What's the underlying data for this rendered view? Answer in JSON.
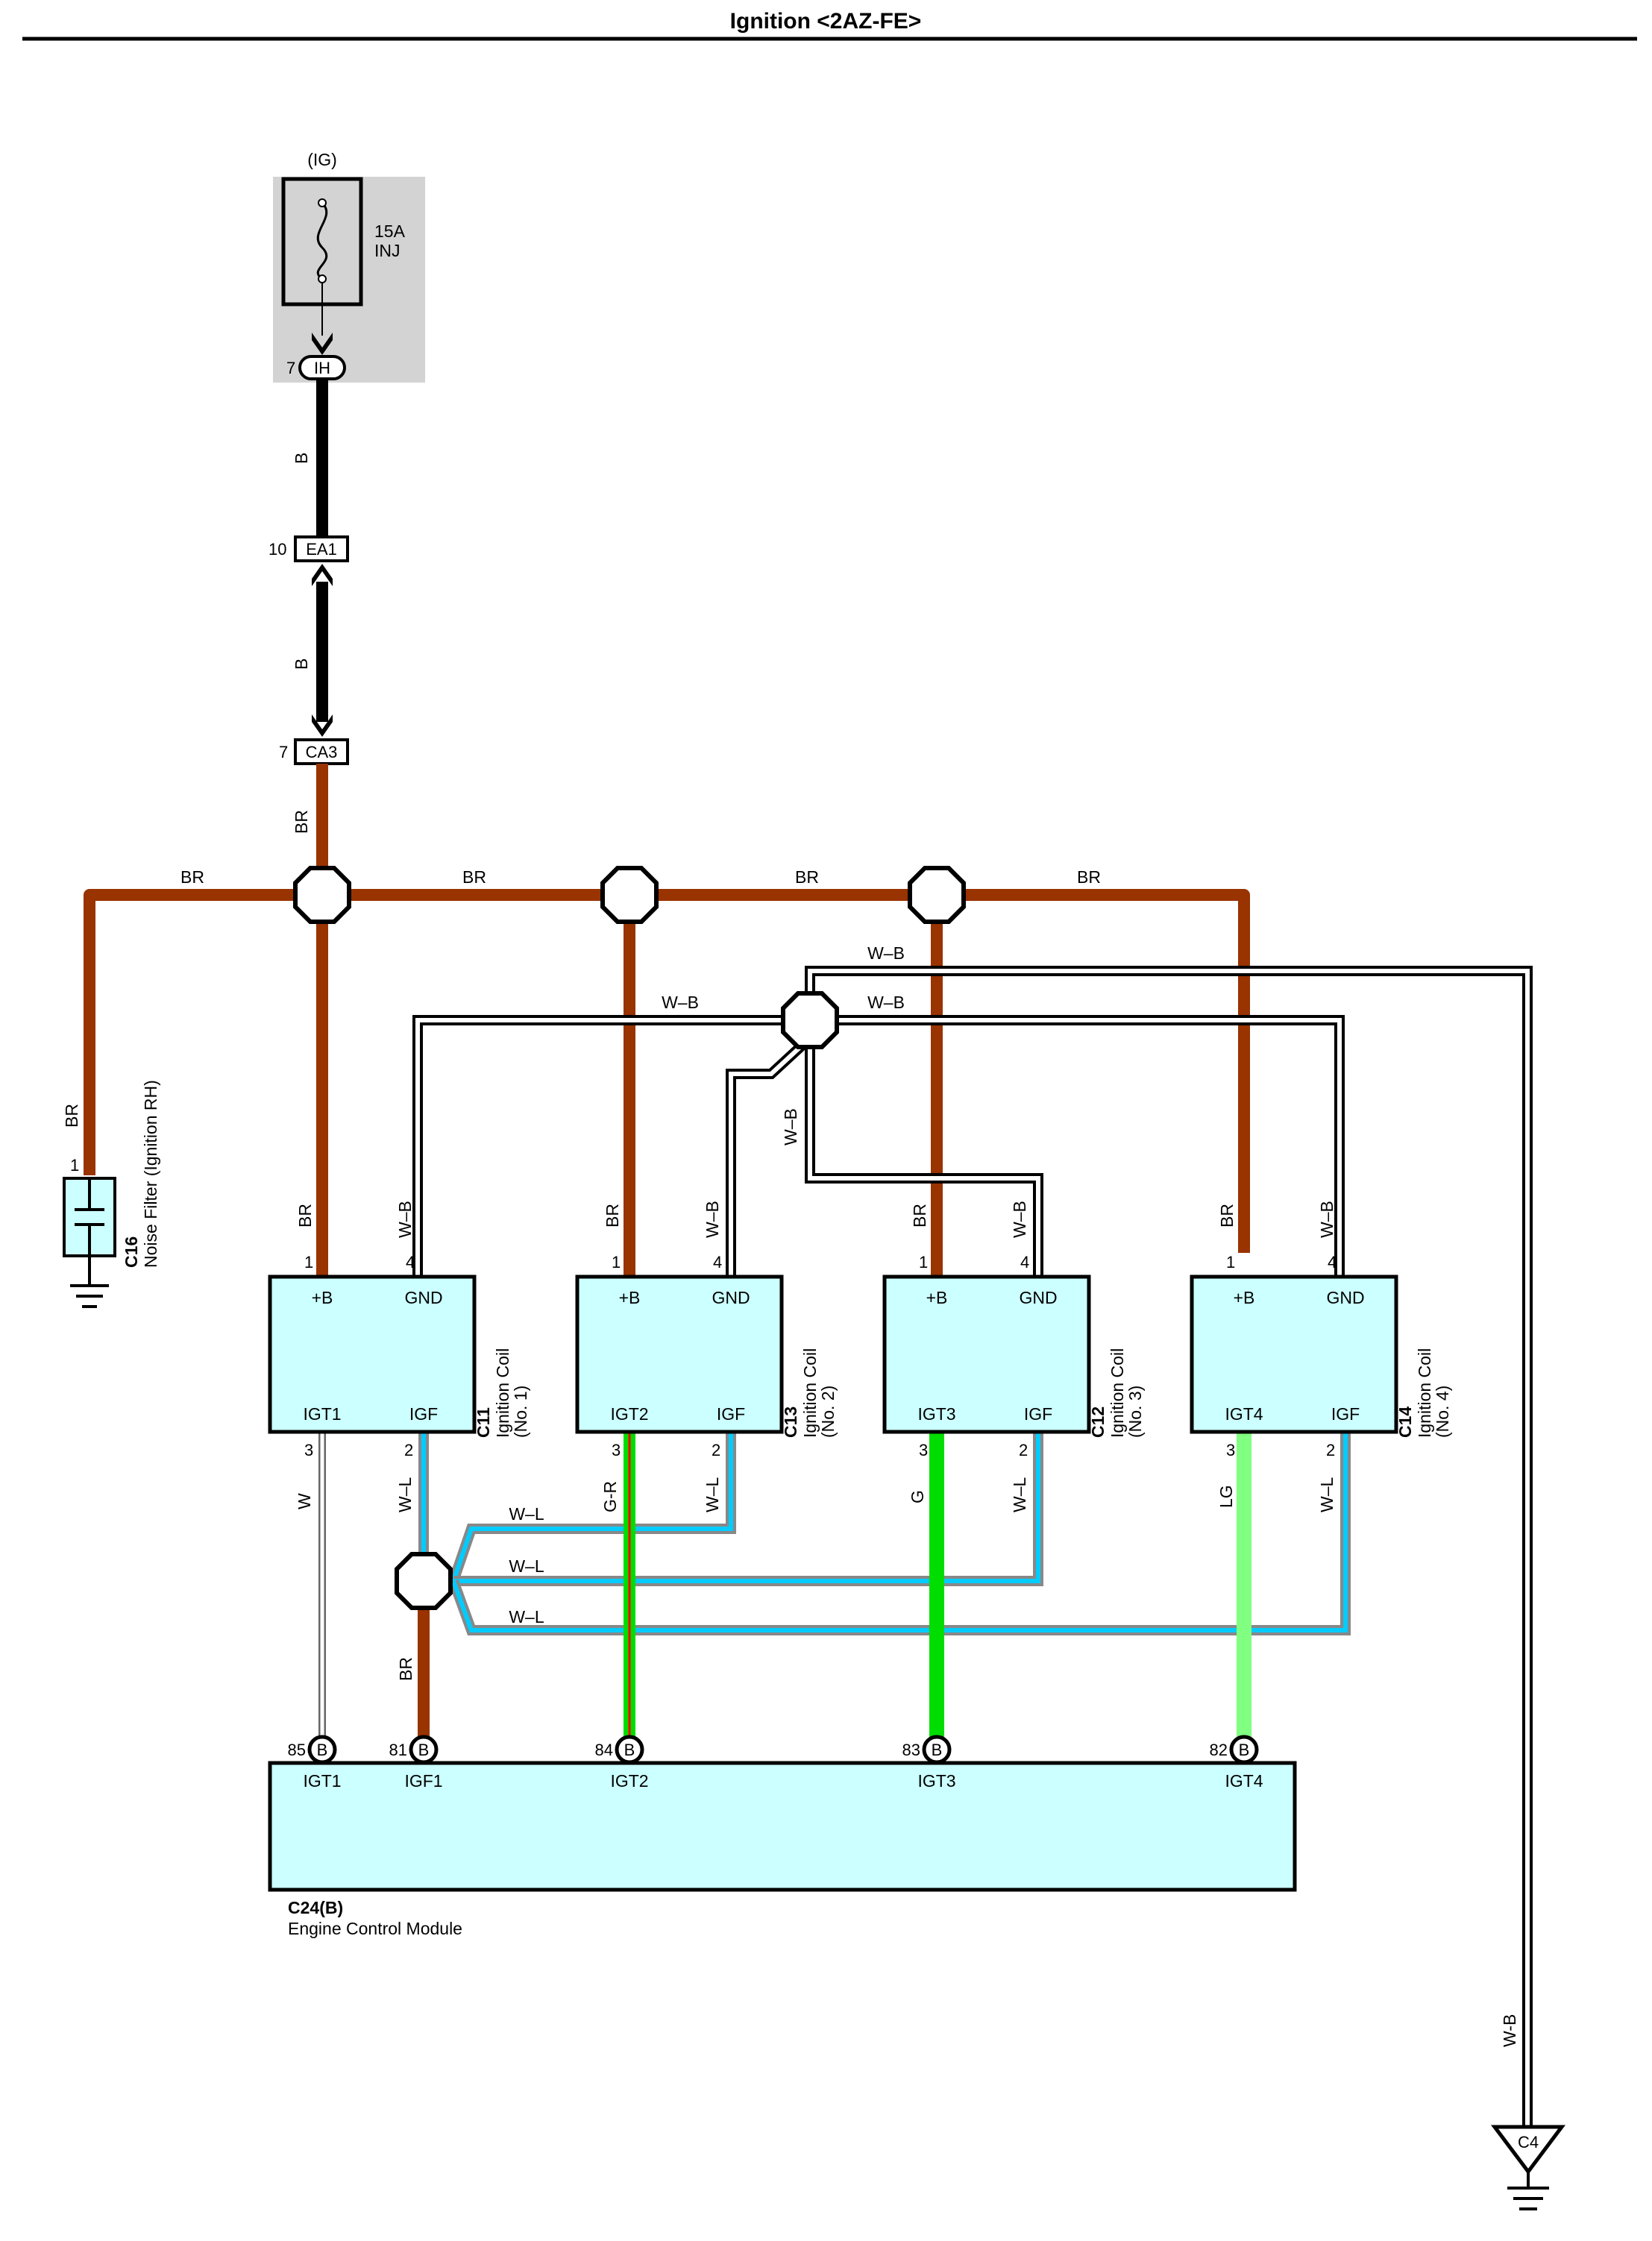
{
  "title": "Ignition <2AZ-FE>",
  "colors": {
    "BR": "#993300",
    "B": "#000000",
    "W": "#ffffff",
    "W-B": "#000000",
    "W-L": "#00ccff",
    "G": "#00dd00",
    "G-R": "#00dd00",
    "LG": "#80ff80",
    "module_fill": "#ccffff",
    "shade": "#d3d3d3"
  },
  "fuse": {
    "source": "(IG)",
    "rating": "15A",
    "name": "INJ"
  },
  "connectors": {
    "ih": {
      "code": "IH",
      "pin": "7"
    },
    "ea1": {
      "code": "EA1",
      "pin": "10"
    },
    "ca3": {
      "code": "CA3",
      "pin": "7"
    }
  },
  "wires": {
    "ih_ea1": "B",
    "ea1_ca3": "B",
    "ca3_bus": "BR",
    "bus": "BR",
    "nf_feed": "BR",
    "ground_bus": "W-B",
    "igf_bus": "W-L",
    "igf_to_ecm": "BR",
    "igt1": "W",
    "igt2": "G-R",
    "igt3": "G",
    "igt4": "LG",
    "ground_run": "W-B"
  },
  "noise_filter": {
    "code": "C16",
    "name": "Noise Filter (Ignition RH)",
    "pin": "1"
  },
  "coils": [
    {
      "code": "C11",
      "name": "Ignition Coil",
      "num": "(No. 1)",
      "pwr": "+B",
      "gnd": "GND",
      "igt": "IGT1",
      "igf": "IGF",
      "p_pwr": "1",
      "p_gnd": "4",
      "p_igt": "3",
      "p_igf": "2",
      "w_pwr": "BR",
      "w_gnd": "W–B",
      "w_igt": "W",
      "w_igf": "W–L"
    },
    {
      "code": "C13",
      "name": "Ignition Coil",
      "num": "(No. 2)",
      "pwr": "+B",
      "gnd": "GND",
      "igt": "IGT2",
      "igf": "IGF",
      "p_pwr": "1",
      "p_gnd": "4",
      "p_igt": "3",
      "p_igf": "2",
      "w_pwr": "BR",
      "w_gnd": "W–B",
      "w_igt": "G–R",
      "w_igf": "W–L"
    },
    {
      "code": "C12",
      "name": "Ignition Coil",
      "num": "(No. 3)",
      "pwr": "+B",
      "gnd": "GND",
      "igt": "IGT3",
      "igf": "IGF",
      "p_pwr": "1",
      "p_gnd": "4",
      "p_igt": "3",
      "p_igf": "2",
      "w_pwr": "BR",
      "w_gnd": "W–B",
      "w_igt": "G",
      "w_igf": "W–L"
    },
    {
      "code": "C14",
      "name": "Ignition Coil",
      "num": "(No. 4)",
      "pwr": "+B",
      "gnd": "GND",
      "igt": "IGT4",
      "igf": "IGF",
      "p_pwr": "1",
      "p_gnd": "4",
      "p_igt": "3",
      "p_igf": "2",
      "w_pwr": "BR",
      "w_gnd": "W–B",
      "w_igt": "LG",
      "w_igf": "W–L"
    }
  ],
  "ecm": {
    "code": "C24(B)",
    "name": "Engine Control Module",
    "connector": "B",
    "pins": [
      {
        "num": "85",
        "label": "IGT1"
      },
      {
        "num": "81",
        "label": "IGF1"
      },
      {
        "num": "84",
        "label": "IGT2"
      },
      {
        "num": "83",
        "label": "IGT3"
      },
      {
        "num": "82",
        "label": "IGT4"
      }
    ]
  },
  "labels": {
    "br": "BR",
    "wb": "W–B",
    "wl": "W–L",
    "b": "B"
  },
  "ground": {
    "code": "C4"
  }
}
